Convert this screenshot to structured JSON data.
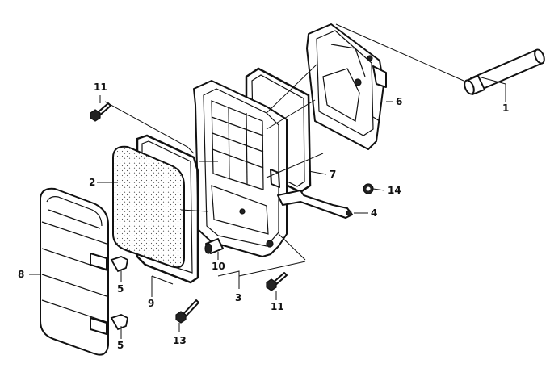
{
  "callouts": [
    {
      "id": "p1",
      "text": "1"
    },
    {
      "id": "p2",
      "text": "2"
    },
    {
      "id": "p3",
      "text": "3"
    },
    {
      "id": "p4",
      "text": "4"
    },
    {
      "id": "p5a",
      "text": "5"
    },
    {
      "id": "p5b",
      "text": "5"
    },
    {
      "id": "p6",
      "text": "6"
    },
    {
      "id": "p7",
      "text": "7"
    },
    {
      "id": "p8",
      "text": "8"
    },
    {
      "id": "p9",
      "text": "9"
    },
    {
      "id": "p10",
      "text": "10"
    },
    {
      "id": "p11a",
      "text": "11"
    },
    {
      "id": "p11b",
      "text": "11"
    },
    {
      "id": "p13",
      "text": "13"
    },
    {
      "id": "p14",
      "text": "14"
    }
  ]
}
